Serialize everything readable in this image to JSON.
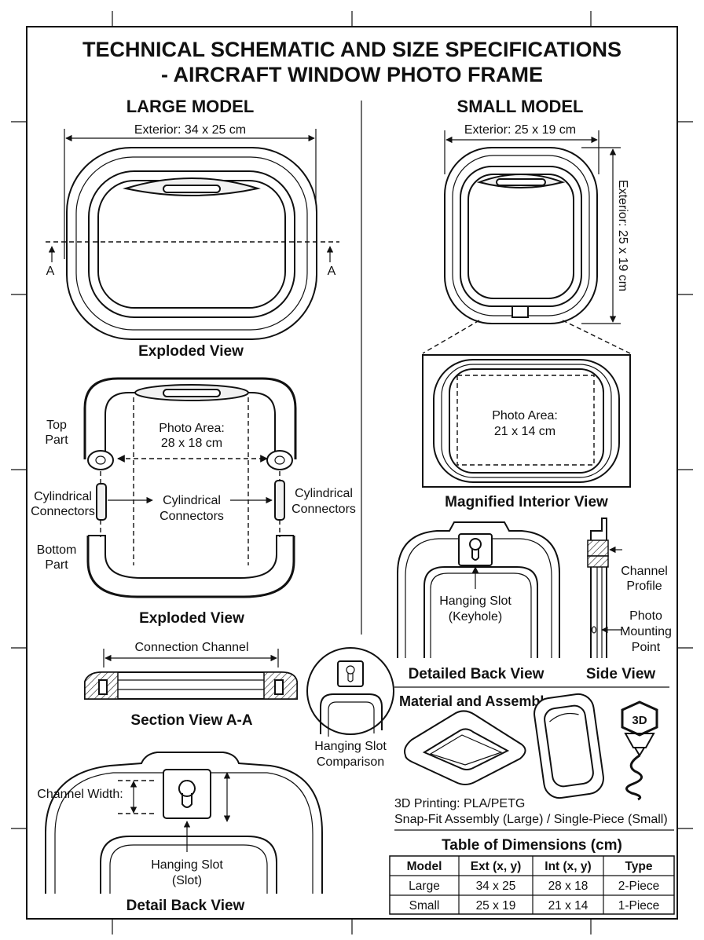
{
  "title": {
    "line1": "TECHNICAL SCHEMATIC AND SIZE SPECIFICATIONS",
    "line2": "- AIRCRAFT WINDOW PHOTO FRAME"
  },
  "large": {
    "heading": "LARGE MODEL",
    "exterior": "Exterior: 34 x 25 cm",
    "section_marker": "A",
    "caption_front": "Exploded View",
    "top_part": [
      "Top",
      "Part"
    ],
    "bottom_part": [
      "Bottom",
      "Part"
    ],
    "photo_area": [
      "Photo Area:",
      "28 x 18 cm"
    ],
    "connectors_left": [
      "Cylindrical",
      "Connectors"
    ],
    "connectors_center": [
      "Cylindrical",
      "Connectors"
    ],
    "connectors_right": [
      "Cylindrical",
      "Connectors"
    ],
    "caption_exploded": "Exploded View",
    "connection_channel": "Connection Channel",
    "caption_section": "Section View A-A",
    "channel_width": "Channel Width:",
    "hanging_slot": [
      "Hanging Slot",
      "(Slot)"
    ],
    "caption_detail": "Detail Back View"
  },
  "small": {
    "heading": "SMALL MODEL",
    "exterior": "Exterior: 25 x 19 cm",
    "exterior_vertical": "Exterior: 25 x 19 cm",
    "photo_area": [
      "Photo Area:",
      "21 x 14 cm"
    ],
    "caption_magnified": "Magnified Interior View",
    "hanging_slot": [
      "Hanging Slot",
      "(Keyhole)"
    ],
    "caption_back": "Detailed Back View",
    "channel_profile": [
      "Channel",
      "Profile"
    ],
    "mounting_point": [
      "Photo",
      "Mounting",
      "Point"
    ],
    "caption_side": "Side View"
  },
  "comparison": [
    "Hanging Slot",
    "Comparison"
  ],
  "materials": {
    "heading": "Material and Assembly:",
    "badge": "3D",
    "line1": "3D Printing: PLA/PETG",
    "line2": "Snap-Fit Assembly (Large) / Single-Piece (Small)"
  },
  "table": {
    "title": "Table of Dimensions (cm)",
    "headers": [
      "Model",
      "Ext (x, y)",
      "Int (x, y)",
      "Type"
    ],
    "rows": [
      [
        "Large",
        "34 x 25",
        "28 x 18",
        "2-Piece"
      ],
      [
        "Small",
        "25 x 19",
        "21 x 14",
        "1-Piece"
      ]
    ]
  }
}
